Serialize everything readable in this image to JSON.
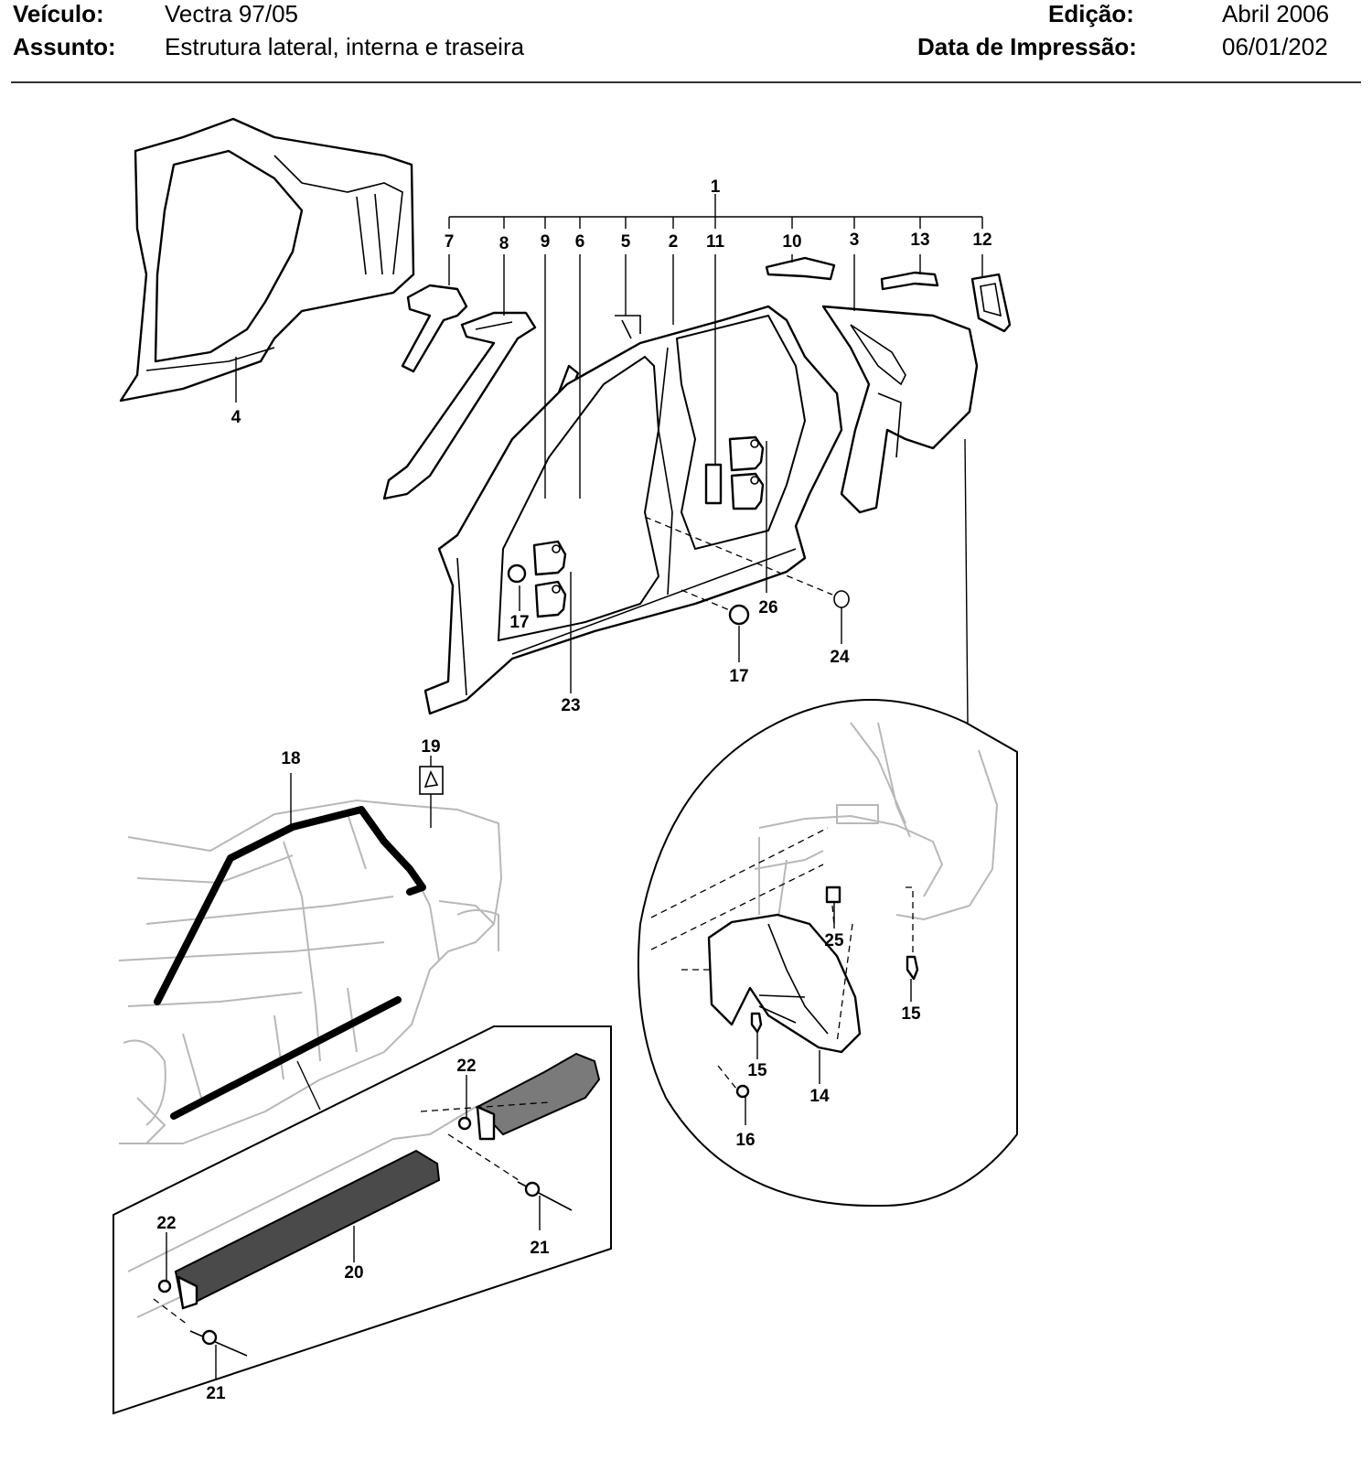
{
  "header": {
    "vehicle_label": "Veículo:",
    "vehicle_value": "Vectra 97/05",
    "subject_label": "Assunto:",
    "subject_value": "Estrutura lateral, interna e traseira",
    "edition_label": "Edição:",
    "edition_value": "Abril 2006",
    "print_date_label": "Data de Impressão:",
    "print_date_value": "06/01/202"
  },
  "callouts": {
    "c1": "1",
    "c2": "2",
    "c3": "3",
    "c4": "4",
    "c5": "5",
    "c6": "6",
    "c7": "7",
    "c8": "8",
    "c9": "9",
    "c10": "10",
    "c11": "11",
    "c12": "12",
    "c13": "13",
    "c14": "14",
    "c15a": "15",
    "c15b": "15",
    "c16": "16",
    "c17a": "17",
    "c17b": "17",
    "c18": "18",
    "c19": "19",
    "c20": "20",
    "c21a": "21",
    "c21b": "21",
    "c22a": "22",
    "c22b": "22",
    "c23": "23",
    "c24": "24",
    "c25": "25",
    "c26": "26"
  }
}
